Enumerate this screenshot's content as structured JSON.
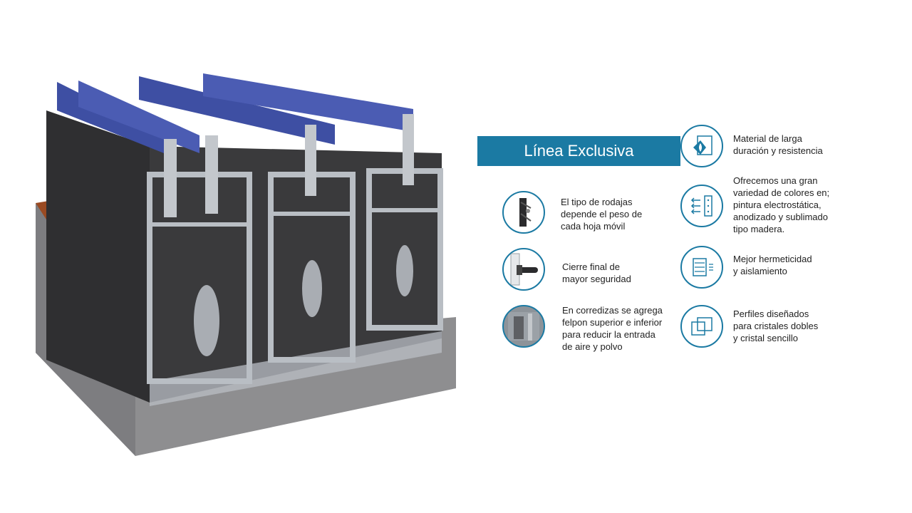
{
  "title": "Línea Exclusiva",
  "colors": {
    "accent": "#1b7aa3",
    "frame": "#3a3a3c",
    "aluminum": "#b9bec4",
    "glass": "#3e4fa3",
    "wood": "#9a4a22",
    "concrete": "#8e8e90"
  },
  "left_features": [
    {
      "icon": "wheel-roller-icon",
      "text": "El tipo de rodajas\ndepende el peso de\ncada hoja móvil"
    },
    {
      "icon": "handle-lock-icon",
      "text": "Cierre final de\nmayor seguridad"
    },
    {
      "icon": "brush-seal-icon",
      "text": "En corredizas se agrega\nfelpon superior e inferior\npara reducir la entrada\nde aire y polvo"
    }
  ],
  "right_features": [
    {
      "icon": "leaf-durability-icon",
      "text": "Material de larga\nduración y resistencia"
    },
    {
      "icon": "paint-finish-icon",
      "text": "Ofrecemos una gran\nvariedad de colores en;\npintura electrostática,\nanodizado y sublimado\ntipo madera."
    },
    {
      "icon": "seal-insulation-icon",
      "text": "Mejor hermeticidad\ny aislamiento"
    },
    {
      "icon": "double-glass-icon",
      "text": "Perfiles diseñados\npara cristales dobles\ny cristal sencillo"
    }
  ]
}
